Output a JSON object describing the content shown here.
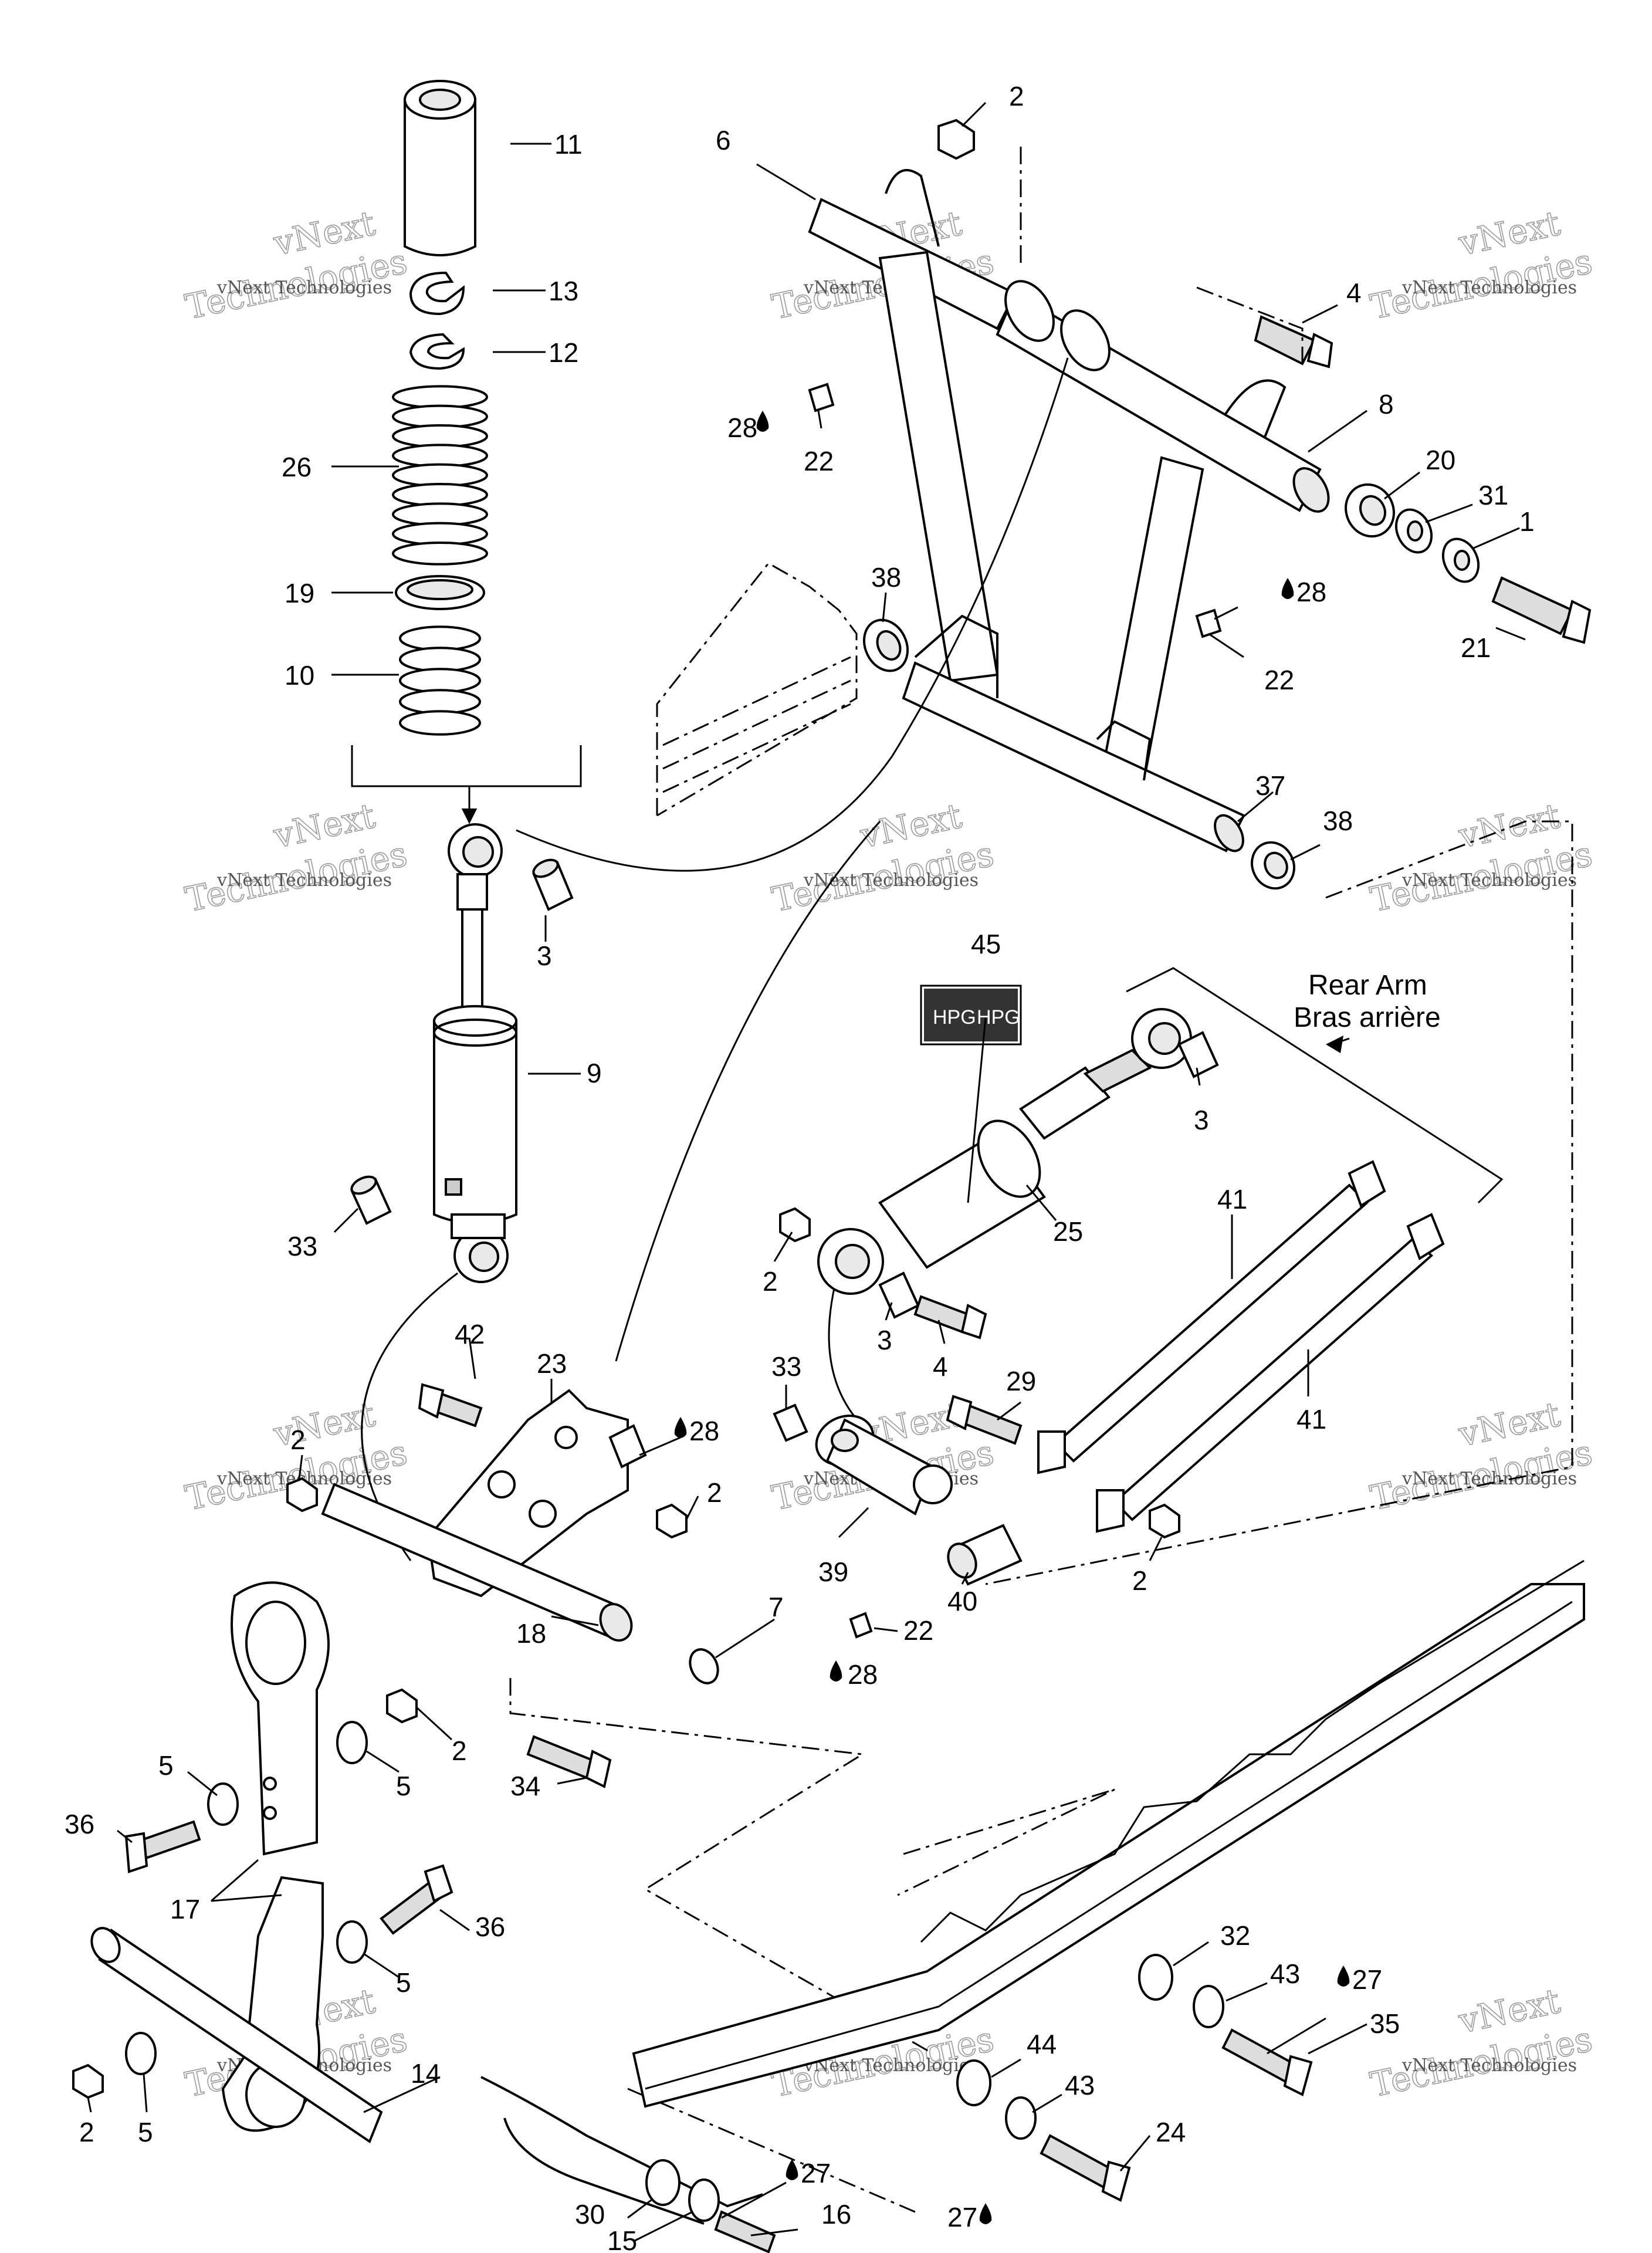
{
  "callouts": [
    {
      "id": "c11",
      "text": "11"
    },
    {
      "id": "c13",
      "text": "13"
    },
    {
      "id": "c12",
      "text": "12"
    },
    {
      "id": "c26",
      "text": "26"
    },
    {
      "id": "c19",
      "text": "19"
    },
    {
      "id": "c10",
      "text": "10"
    },
    {
      "id": "c6",
      "text": "6"
    },
    {
      "id": "c2a",
      "text": "2"
    },
    {
      "id": "c4a",
      "text": "4"
    },
    {
      "id": "c8",
      "text": "8"
    },
    {
      "id": "c28a",
      "text": "28"
    },
    {
      "id": "c22a",
      "text": "22"
    },
    {
      "id": "c20",
      "text": "20"
    },
    {
      "id": "c31",
      "text": "31"
    },
    {
      "id": "c1",
      "text": "1"
    },
    {
      "id": "c21",
      "text": "21"
    },
    {
      "id": "c38a",
      "text": "38"
    },
    {
      "id": "c28b",
      "text": "28"
    },
    {
      "id": "c22b",
      "text": "22"
    },
    {
      "id": "c37",
      "text": "37"
    },
    {
      "id": "c38b",
      "text": "38"
    },
    {
      "id": "c3a",
      "text": "3"
    },
    {
      "id": "c9",
      "text": "9"
    },
    {
      "id": "c45",
      "text": "45"
    },
    {
      "id": "c3b",
      "text": "3"
    },
    {
      "id": "c25",
      "text": "25"
    },
    {
      "id": "c33a",
      "text": "33"
    },
    {
      "id": "c41a",
      "text": "41"
    },
    {
      "id": "c41b",
      "text": "41"
    },
    {
      "id": "c2b",
      "text": "2"
    },
    {
      "id": "c3c",
      "text": "3"
    },
    {
      "id": "c4b",
      "text": "4"
    },
    {
      "id": "c42",
      "text": "42"
    },
    {
      "id": "c23",
      "text": "23"
    },
    {
      "id": "c28c",
      "text": "28"
    },
    {
      "id": "c2c",
      "text": "2"
    },
    {
      "id": "c2d",
      "text": "2"
    },
    {
      "id": "c33b",
      "text": "33"
    },
    {
      "id": "c29",
      "text": "29"
    },
    {
      "id": "c39",
      "text": "39"
    },
    {
      "id": "c40",
      "text": "40"
    },
    {
      "id": "c2e",
      "text": "2"
    },
    {
      "id": "c22c",
      "text": "22"
    },
    {
      "id": "c28d",
      "text": "28"
    },
    {
      "id": "c18",
      "text": "18"
    },
    {
      "id": "c7",
      "text": "7"
    },
    {
      "id": "c2f",
      "text": "2"
    },
    {
      "id": "c5a",
      "text": "5"
    },
    {
      "id": "c5b",
      "text": "5"
    },
    {
      "id": "c36a",
      "text": "36"
    },
    {
      "id": "c34",
      "text": "34"
    },
    {
      "id": "c17",
      "text": "17"
    },
    {
      "id": "c36b",
      "text": "36"
    },
    {
      "id": "c5c",
      "text": "5"
    },
    {
      "id": "c32",
      "text": "32"
    },
    {
      "id": "c43a",
      "text": "43"
    },
    {
      "id": "c27a",
      "text": "27"
    },
    {
      "id": "c35",
      "text": "35"
    },
    {
      "id": "c14",
      "text": "14"
    },
    {
      "id": "c44",
      "text": "44"
    },
    {
      "id": "c43b",
      "text": "43"
    },
    {
      "id": "c24",
      "text": "24"
    },
    {
      "id": "c2g",
      "text": "2"
    },
    {
      "id": "c5d",
      "text": "5"
    },
    {
      "id": "c30",
      "text": "30"
    },
    {
      "id": "c27b",
      "text": "27"
    },
    {
      "id": "c16",
      "text": "16"
    },
    {
      "id": "c15",
      "text": "15"
    },
    {
      "id": "c27c",
      "text": "27"
    }
  ],
  "rear_arm_label": {
    "line1": "Rear Arm",
    "line2": "Bras arrière"
  },
  "decal_text": "HPG",
  "watermark": {
    "line1": "vNext",
    "line2": "Technologies",
    "small": "vNext Technologies"
  }
}
